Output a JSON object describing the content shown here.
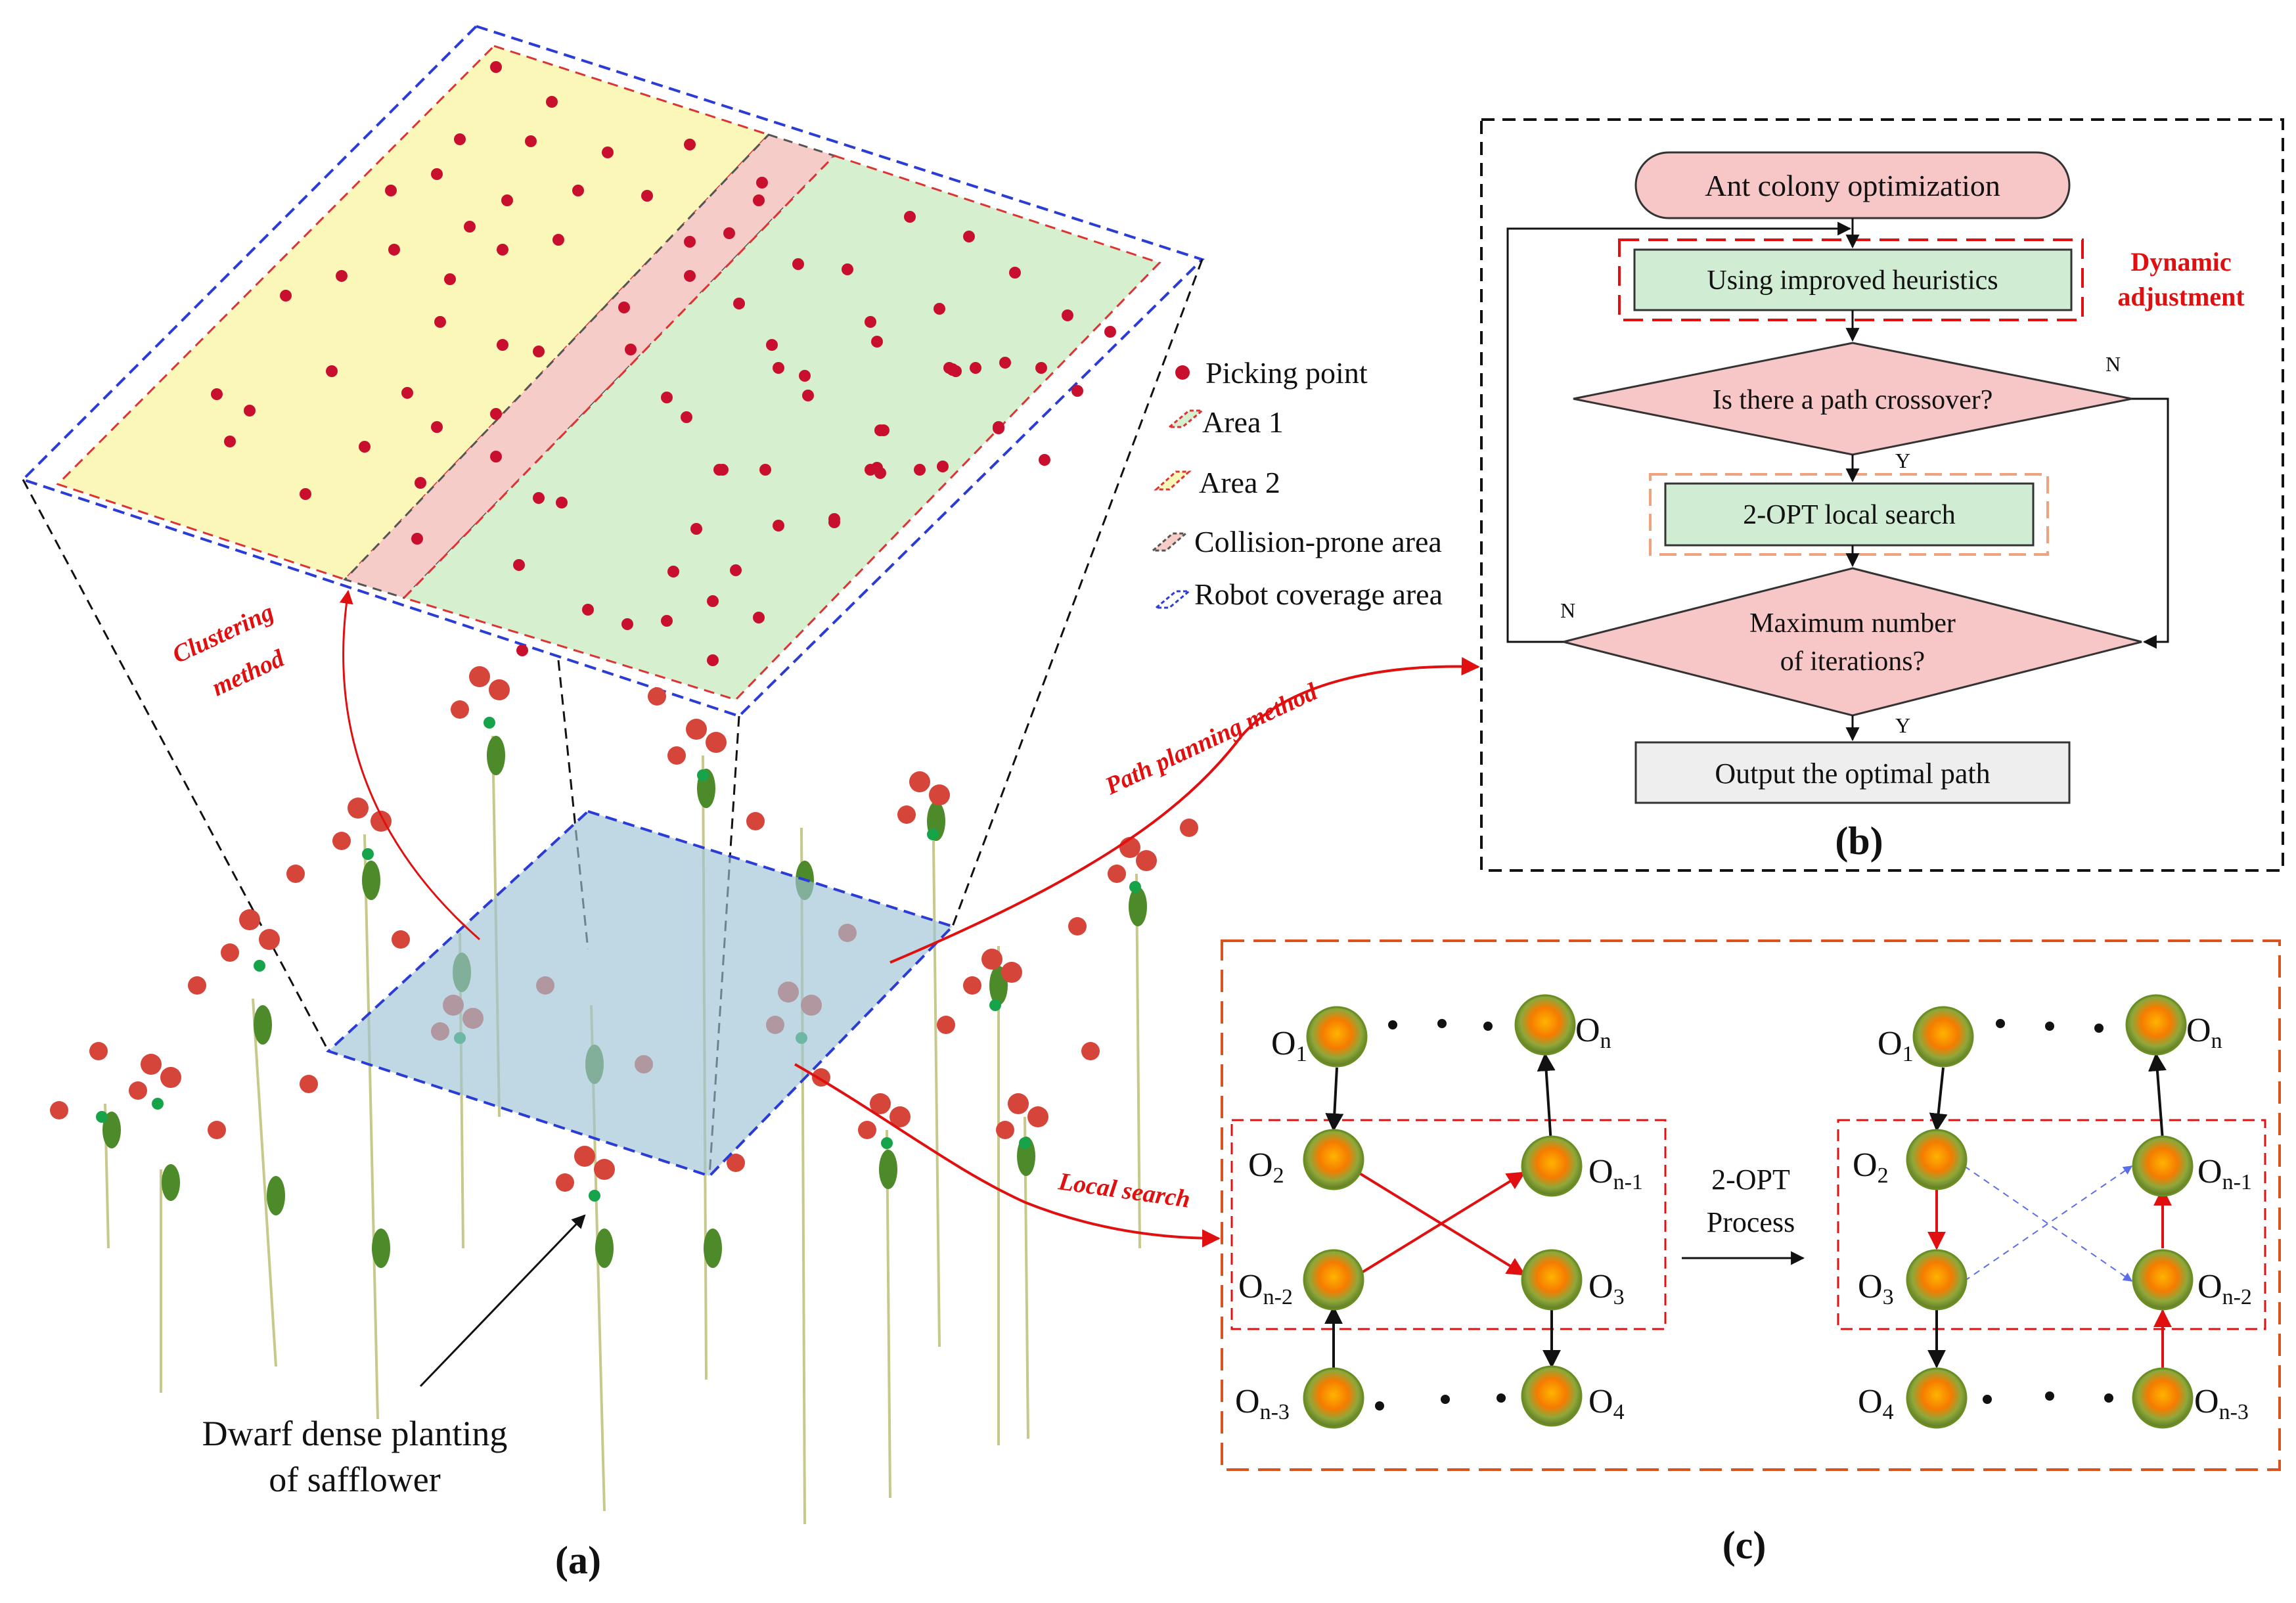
{
  "panel_a": {
    "legend": {
      "picking_point": "Picking point",
      "area1": "Area 1",
      "area2": "Area 2",
      "collision": "Collision-prone area",
      "coverage": "Robot coverage area"
    },
    "clustering_line1": "Clustering",
    "clustering_line2": "method",
    "path_planning_label": "Path planning method",
    "local_search_label": "Local search",
    "caption_line1": "Dwarf dense planting",
    "caption_line2": "of safflower",
    "panel_label": "(a)",
    "colors": {
      "area1": "#d5efcf",
      "area2": "#fbf7b9",
      "collision": "#f6ccc8",
      "coverage_border": "#2b3bd6",
      "area_border": "#d33",
      "ground": "#9cc3d6",
      "picking_point": "#c8102e"
    }
  },
  "panel_b": {
    "start": "Ant colony optimization",
    "heuristics": "Using improved heuristics",
    "dynamic_line1": "Dynamic",
    "dynamic_line2": "adjustment",
    "decision1": "Is there a path crossover?",
    "local_search": "2-OPT local search",
    "decision2_line1": "Maximum number",
    "decision2_line2": "of iterations?",
    "output": "Output the optimal path",
    "yes": "Y",
    "no": "N",
    "panel_label": "(b)"
  },
  "panel_c": {
    "left_nodes": {
      "o1_base": "O",
      "o1_sub": "1",
      "on_base": "O",
      "on_sub": "n",
      "o2_base": "O",
      "o2_sub": "2",
      "on1_base": "O",
      "on1_sub": "n-1",
      "on2_base": "O",
      "on2_sub": "n-2",
      "o3_base": "O",
      "o3_sub": "3",
      "on3_base": "O",
      "on3_sub": "n-3",
      "o4_base": "O",
      "o4_sub": "4"
    },
    "right_nodes": {
      "o1_base": "O",
      "o1_sub": "1",
      "on_base": "O",
      "on_sub": "n",
      "o2_base": "O",
      "o2_sub": "2",
      "on1_base": "O",
      "on1_sub": "n-1",
      "o3_base": "O",
      "o3_sub": "3",
      "on2_base": "O",
      "on2_sub": "n-2",
      "o4_base": "O",
      "o4_sub": "4",
      "on3_base": "O",
      "on3_sub": "n-3"
    },
    "process_line1": "2-OPT",
    "process_line2": "Process",
    "panel_label": "(c)"
  }
}
